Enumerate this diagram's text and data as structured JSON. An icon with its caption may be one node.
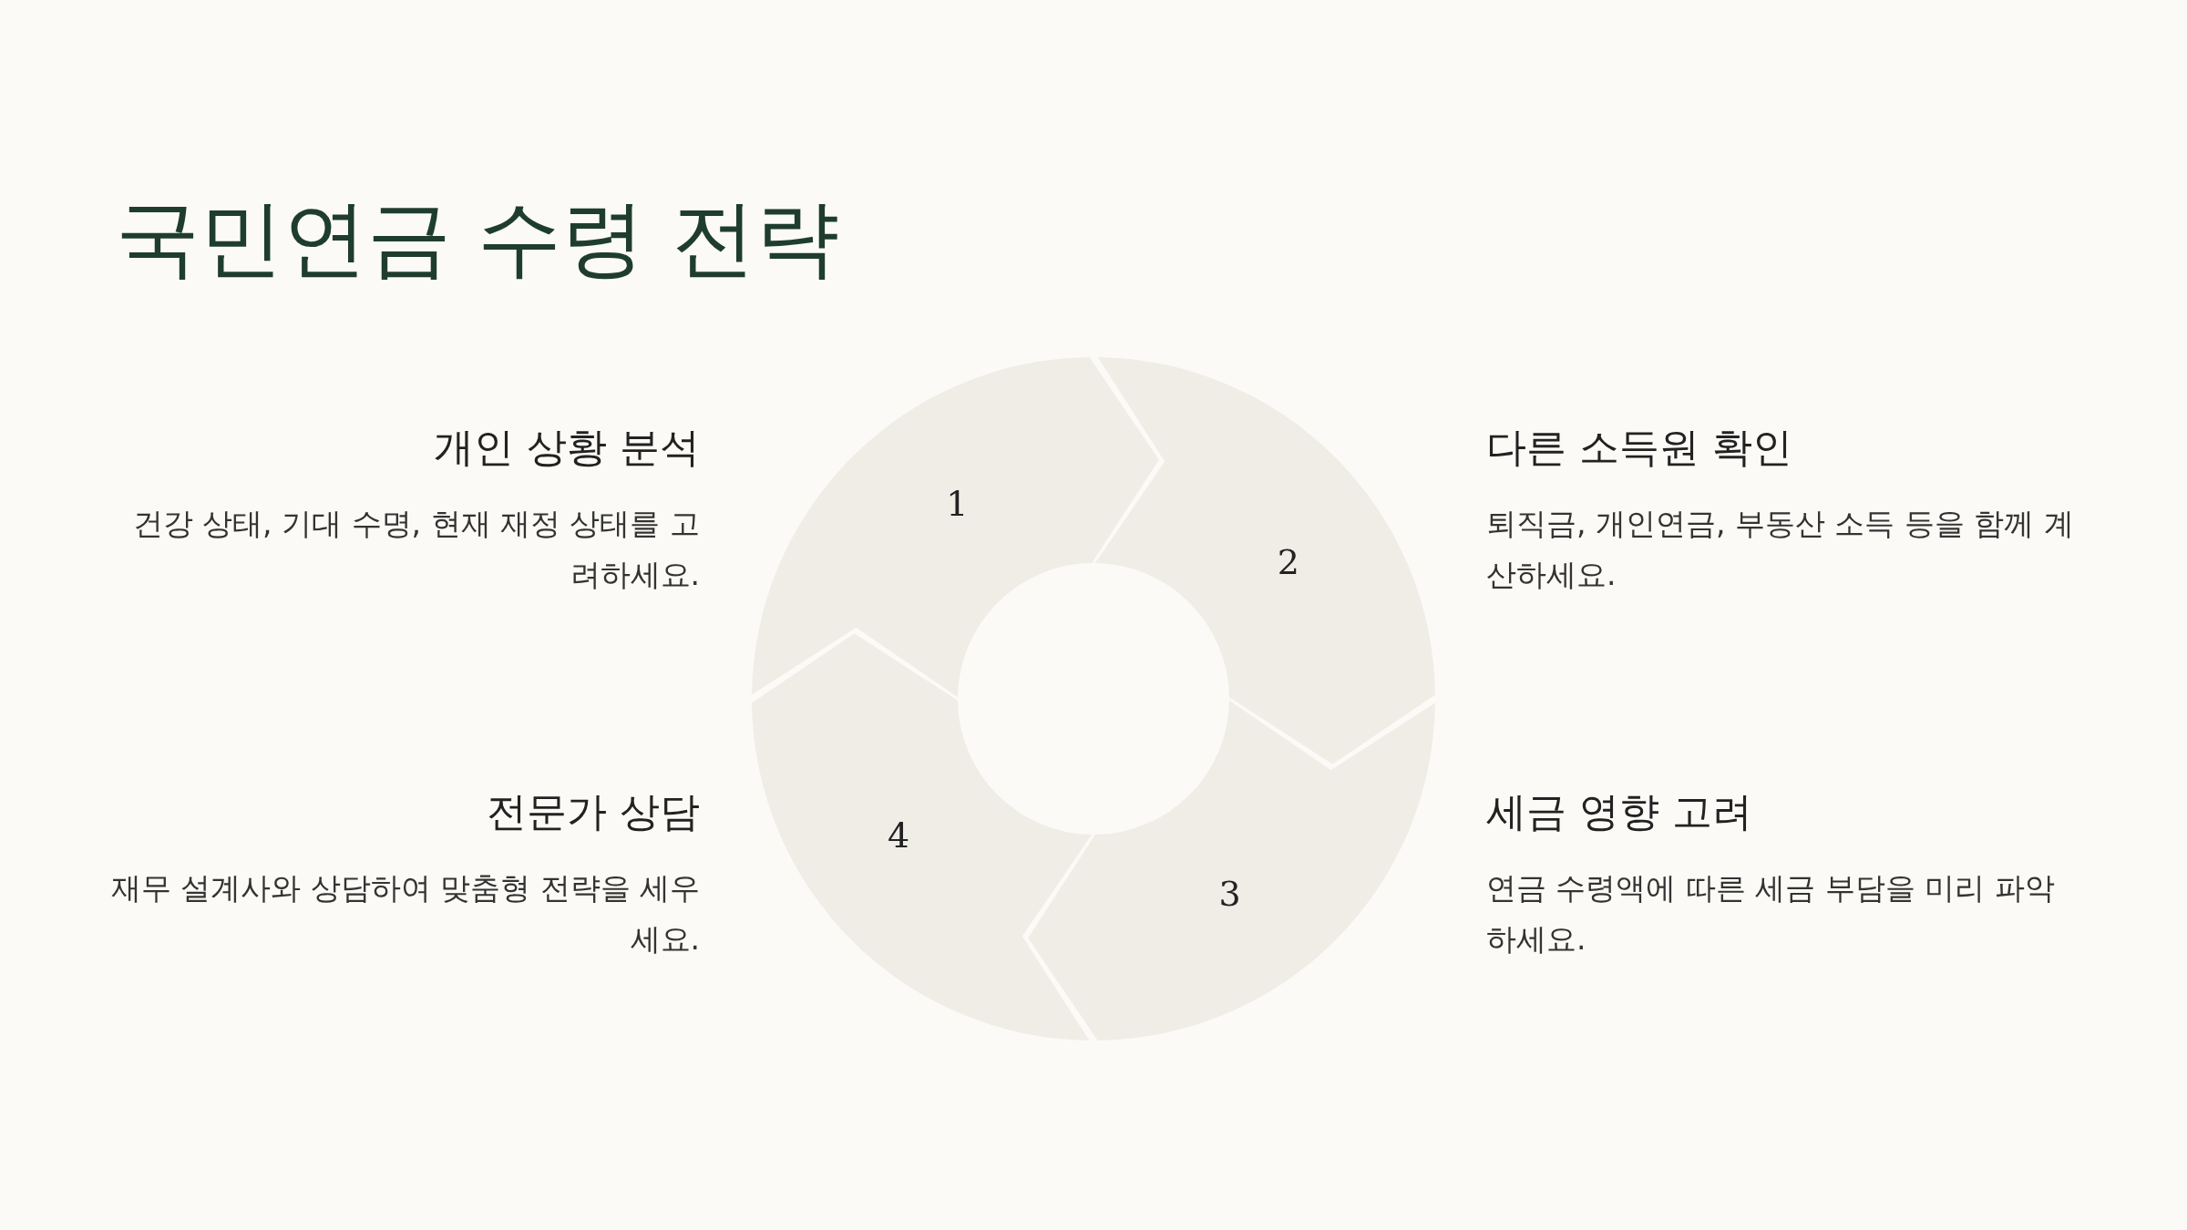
{
  "diagram": {
    "title": "국민연금 수령 전략",
    "nodes": [
      {
        "text": [
          "1"
        ],
        "beside": [
          "개인 상황 분석",
          "건강 상태, 기대 수명, 현재 재정 상태를 고려하세요."
        ]
      },
      {
        "text": [
          "2"
        ],
        "beside": [
          "다른 소득원 확인",
          "퇴직금, 개인연금, 부동산 소득 등을 함께 계산하세요."
        ]
      },
      {
        "text": [
          "3"
        ],
        "beside": [
          "세금 영향 고려",
          "연금 수령액에 따른 세금 부담을 미리 파악하세요."
        ]
      },
      {
        "text": [
          "4"
        ],
        "beside": [
          "전문가 상담",
          "재무 설계사와 상담하여 맞춤형 전략을 세우세요."
        ]
      }
    ]
  }
}
